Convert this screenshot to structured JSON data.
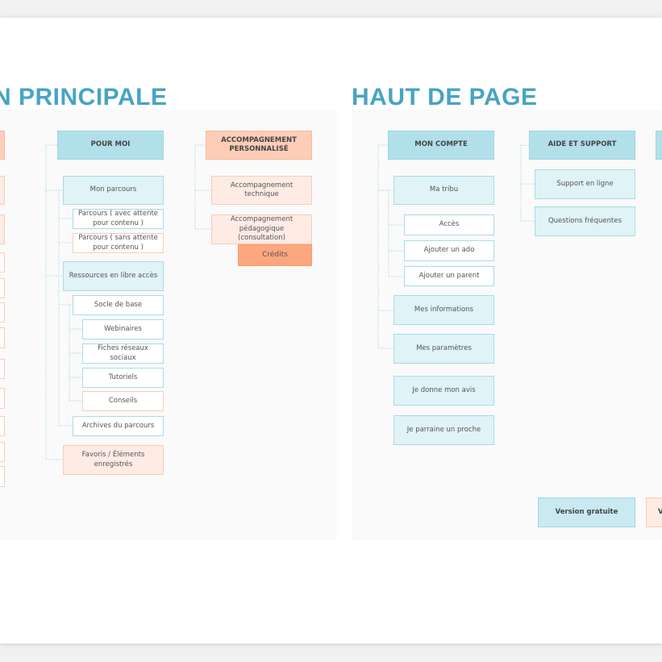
{
  "left_section": {
    "title": "N PRINCIPALE",
    "pour_moi": {
      "header": "POUR MOI",
      "items": [
        "Mon parcours",
        "Parcours ( avec attente pour contenu )",
        "Parcours ( sans attente pour contenu )",
        "Ressources en libre accès",
        "Socle de base",
        "Webinaires",
        "Fiches réseaux sociaux",
        "Tutoriels",
        "Conseils",
        "Archives du parcours",
        "Favoris / Éléments enregistrés"
      ]
    },
    "accompagnement": {
      "header": "ACCOMPAGNEMENT PERSONNALISÉ",
      "items": [
        "Accompagnement technique",
        "Accompagnement pédagogique (consultation)",
        "Crédits"
      ]
    }
  },
  "right_section": {
    "title": "HAUT DE PAGE",
    "mon_compte": {
      "header": "MON COMPTE",
      "items": [
        "Ma tribu",
        "Accès",
        "Ajouter un ado",
        "Ajouter un parent",
        "Mes informations",
        "Mes paramètres",
        "Je donne mon avis",
        "Je parraine un proche"
      ]
    },
    "aide": {
      "header": "AIDE ET SUPPORT",
      "items": [
        "Support en ligne",
        "Questions fréquentes"
      ]
    },
    "versions": [
      "Version gratuite",
      "V"
    ]
  },
  "colors": {
    "title": "#47a4c4",
    "blue_header": "#b1e0ea",
    "orange_header": "#fdcdb7",
    "light_blue": "#e0f3f6",
    "light_orange": "#fdebe4",
    "credits": "#fda77f"
  }
}
